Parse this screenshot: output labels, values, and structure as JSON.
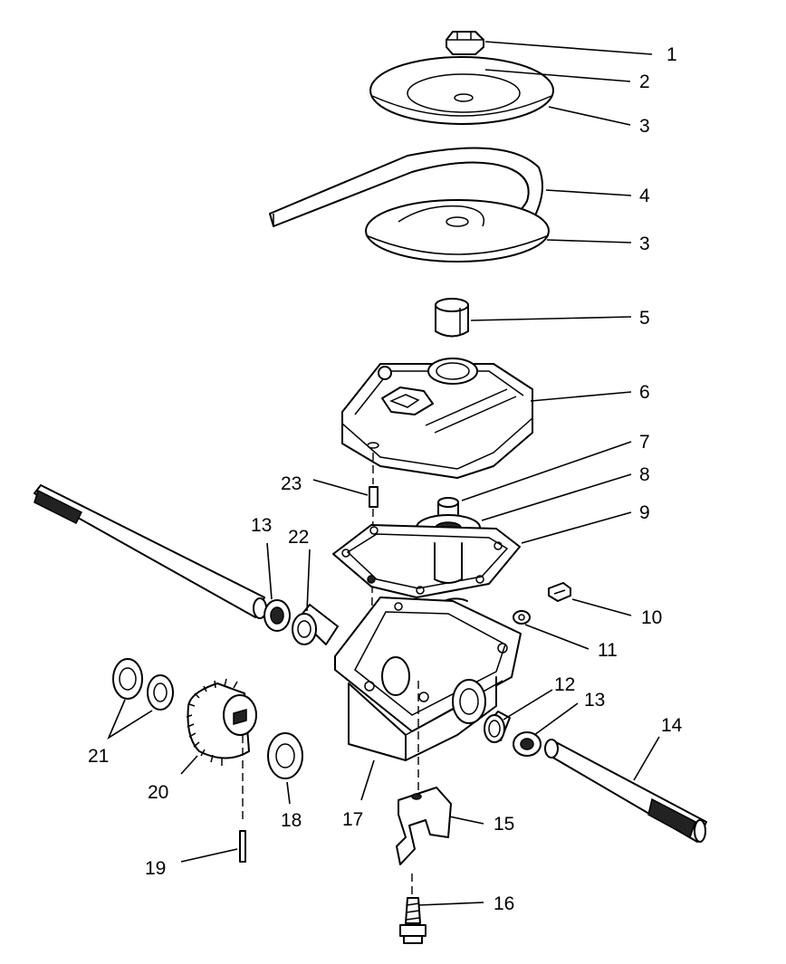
{
  "diagram": {
    "callouts": [
      {
        "id": "c1",
        "text": "1"
      },
      {
        "id": "c2",
        "text": "2"
      },
      {
        "id": "c3a",
        "text": "3"
      },
      {
        "id": "c4",
        "text": "4"
      },
      {
        "id": "c3b",
        "text": "3"
      },
      {
        "id": "c5",
        "text": "5"
      },
      {
        "id": "c6",
        "text": "6"
      },
      {
        "id": "c7",
        "text": "7"
      },
      {
        "id": "c8",
        "text": "8"
      },
      {
        "id": "c9",
        "text": "9"
      },
      {
        "id": "c10",
        "text": "10"
      },
      {
        "id": "c11",
        "text": "11"
      },
      {
        "id": "c12",
        "text": "12"
      },
      {
        "id": "c13a",
        "text": "13"
      },
      {
        "id": "c13b",
        "text": "13"
      },
      {
        "id": "c14",
        "text": "14"
      },
      {
        "id": "c15",
        "text": "15"
      },
      {
        "id": "c16",
        "text": "16"
      },
      {
        "id": "c17",
        "text": "17"
      },
      {
        "id": "c18",
        "text": "18"
      },
      {
        "id": "c19",
        "text": "19"
      },
      {
        "id": "c20",
        "text": "20"
      },
      {
        "id": "c21",
        "text": "21"
      },
      {
        "id": "c22",
        "text": "22"
      },
      {
        "id": "c23",
        "text": "23"
      }
    ]
  }
}
